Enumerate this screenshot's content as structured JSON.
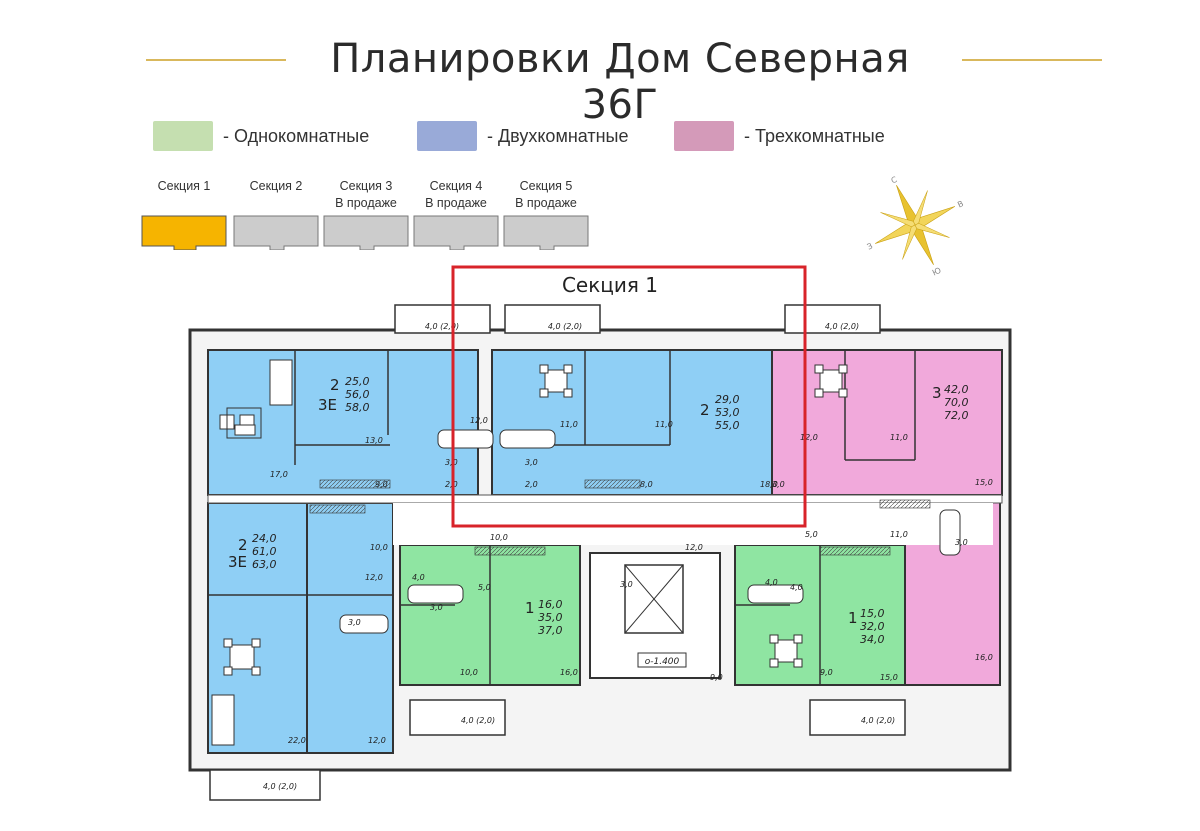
{
  "title": "Планировки Дом Северная 36Г",
  "legend": [
    {
      "label": "- Однокомнатные",
      "color": "#c5dfb0"
    },
    {
      "label": "- Двухкомнатные",
      "color": "#99aad8"
    },
    {
      "label": "- Трехкомнатные",
      "color": "#d49ab9"
    }
  ],
  "sections": [
    {
      "line1": "Секция 1",
      "line2": "",
      "active": true
    },
    {
      "line1": "Секция 2",
      "line2": "",
      "active": false
    },
    {
      "line1": "Секция 3",
      "line2": "В продаже",
      "active": false
    },
    {
      "line1": "Секция 4",
      "line2": "В продаже",
      "active": false
    },
    {
      "line1": "Секция 5",
      "line2": "В продаже",
      "active": false
    }
  ],
  "colors": {
    "accent": "#d9b85c",
    "active_section": "#f6b400",
    "inactive_section": "#cccccc",
    "one_room": "#8fe5a2",
    "two_room": "#8fcff5",
    "three_room": "#f1a9db",
    "selection": "#d8232a"
  },
  "compass": {
    "n": "С",
    "e": "В",
    "s": "Ю",
    "w": "З"
  },
  "plan": {
    "selection_label": "Секция 1",
    "elevator_level": "о-1.400",
    "apartments": [
      {
        "rooms": "2",
        "type": "3Е",
        "living": "25,0",
        "total": "56,0",
        "full": "58,0"
      },
      {
        "rooms": "2",
        "type": "",
        "living": "29,0",
        "total": "53,0",
        "full": "55,0"
      },
      {
        "rooms": "3",
        "type": "",
        "living": "42,0",
        "total": "70,0",
        "full": "72,0"
      },
      {
        "rooms": "2",
        "type": "3Е",
        "living": "24,0",
        "total": "61,0",
        "full": "63,0"
      },
      {
        "rooms": "1",
        "type": "",
        "living": "16,0",
        "total": "35,0",
        "full": "37,0"
      },
      {
        "rooms": "1",
        "type": "",
        "living": "15,0",
        "total": "32,0",
        "full": "34,0"
      }
    ],
    "room_areas": [
      "17,0",
      "13,0",
      "12,0",
      "11,0",
      "11,0",
      "18,0",
      "12,0",
      "11,0",
      "15,0",
      "9,0",
      "3,0",
      "2,0",
      "3,0",
      "2,0",
      "8,0",
      "3,0",
      "10,0",
      "12,0",
      "10,0",
      "12,0",
      "4,0",
      "5,0",
      "10,0",
      "16,0",
      "3,0",
      "22,0",
      "12,0",
      "3,0",
      "9,0",
      "4,0",
      "4,0",
      "9,0",
      "15,0",
      "5,0",
      "11,0",
      "3,0",
      "16,0",
      "3,0"
    ],
    "balconies": [
      "4,0 (2,0)",
      "4,0 (2,0)",
      "4,0 (2,0)",
      "4,0 (2,0)",
      "4,0 (2,0)",
      "4,0 (2,0)"
    ]
  }
}
